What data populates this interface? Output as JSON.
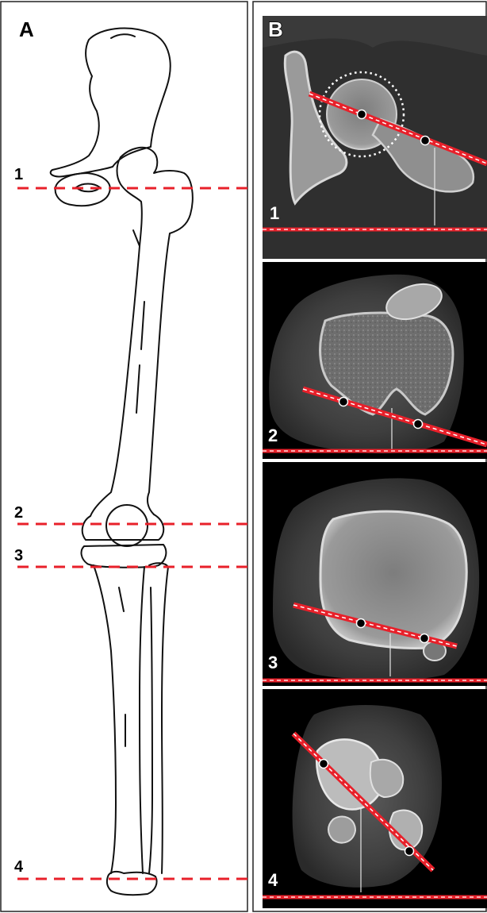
{
  "panels": {
    "a": {
      "label": "A"
    },
    "b": {
      "label": "B"
    }
  },
  "levels": [
    {
      "label": "1"
    },
    {
      "label": "2"
    },
    {
      "label": "3"
    },
    {
      "label": "4"
    }
  ],
  "colors": {
    "reference_line": "#e8202a",
    "ct_background": "#000000",
    "outline": "#111111"
  }
}
